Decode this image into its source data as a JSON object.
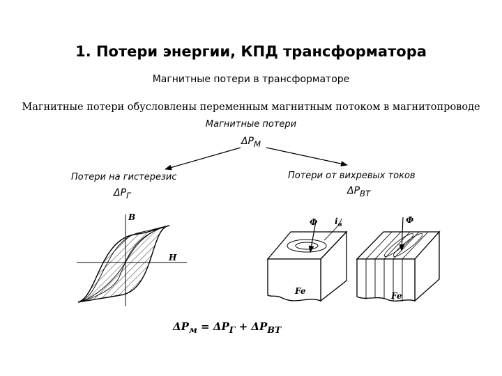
{
  "title": "1. Потери энергии, КПД трансформатора",
  "subtitle": "Магнитные потери в трансформаторе",
  "description": "Магнитные потери обусловлены переменным магнитным потоком в магнитопроводе",
  "root": {
    "label": "Магнитные потери",
    "symbol": "ΔР",
    "symbol_sub": "М"
  },
  "left": {
    "label": "Потери на гистерезис",
    "symbol": "ΔР",
    "symbol_sub": "Г"
  },
  "right": {
    "label": "Потери от вихревых токов",
    "symbol": "ΔР",
    "symbol_sub": "ВТ"
  },
  "hysteresis": {
    "axis_y": "B",
    "axis_x": "H"
  },
  "eddy": {
    "flux": "Ф",
    "current": "i",
    "current_sub": "в",
    "material": "Fe"
  },
  "formula": "ΔР = ΔР + ΔР",
  "formula_parts": {
    "p1": "ΔР",
    "s1": "м",
    "eq": " = ",
    "p2": "ΔР",
    "s2": "Г",
    "plus": " + ",
    "p3": "ΔР",
    "s3": "ВТ"
  }
}
